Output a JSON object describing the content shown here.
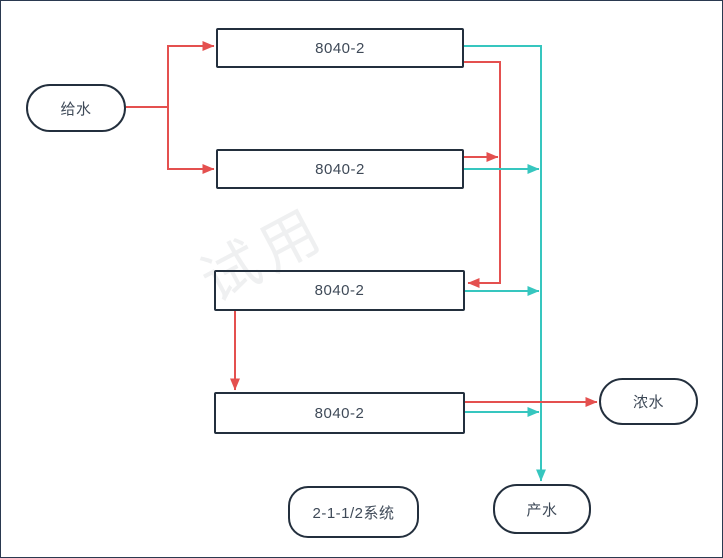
{
  "canvas": {
    "watermark": "试用",
    "colors": {
      "concentrate_line": "#e4504f",
      "permeate_line": "#36c6bf",
      "shape_border": "#232f3d",
      "shape_fill": "#ffffff",
      "label_text": "#3f4a58",
      "frame_border": "#2a3950",
      "background": "#ffffff"
    }
  },
  "nodes": {
    "feed": {
      "label": "给水"
    },
    "module_1": {
      "label": "8040-2"
    },
    "module_2": {
      "label": "8040-2"
    },
    "module_3": {
      "label": "8040-2"
    },
    "module_4": {
      "label": "8040-2"
    },
    "concentrate": {
      "label": "浓水"
    },
    "product": {
      "label": "产水"
    },
    "system": {
      "label": "2-1-1/2系统"
    }
  },
  "edges": [
    {
      "from": "feed",
      "to": "module_1",
      "type": "feed"
    },
    {
      "from": "feed",
      "to": "module_2",
      "type": "feed"
    },
    {
      "from": "module_1",
      "to": "module_3",
      "type": "concentrate"
    },
    {
      "from": "module_2",
      "to": "module_3",
      "type": "concentrate"
    },
    {
      "from": "module_3",
      "to": "module_4",
      "type": "concentrate"
    },
    {
      "from": "module_4",
      "to": "concentrate",
      "type": "concentrate"
    },
    {
      "from": "module_1",
      "to": "product",
      "type": "permeate"
    },
    {
      "from": "module_2",
      "to": "product",
      "type": "permeate"
    },
    {
      "from": "module_3",
      "to": "product",
      "type": "permeate"
    },
    {
      "from": "module_4",
      "to": "product",
      "type": "permeate"
    }
  ]
}
